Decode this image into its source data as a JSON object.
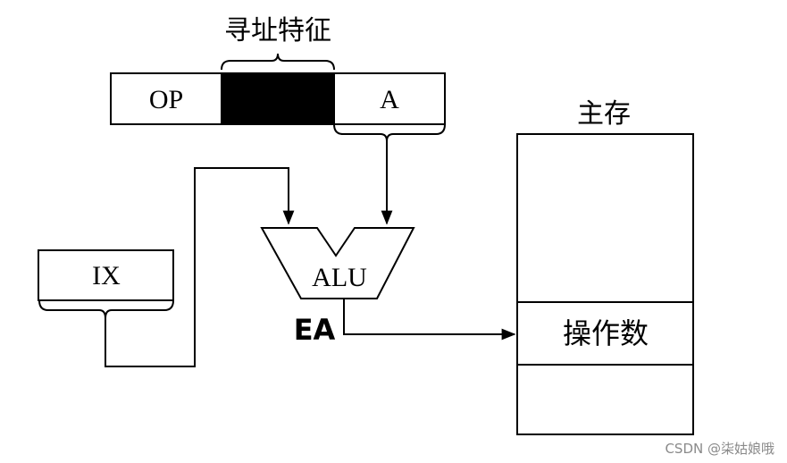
{
  "instruction": {
    "addressing_feature_label": "寻址特征",
    "op_label": "OP",
    "addr_label": "A"
  },
  "index_register": {
    "label": "IX"
  },
  "alu": {
    "label": "ALU"
  },
  "ea": {
    "label": "EA"
  },
  "main_memory": {
    "title": "主存",
    "operand_label": "操作数"
  },
  "watermark": "CSDN @柒姑娘哦"
}
